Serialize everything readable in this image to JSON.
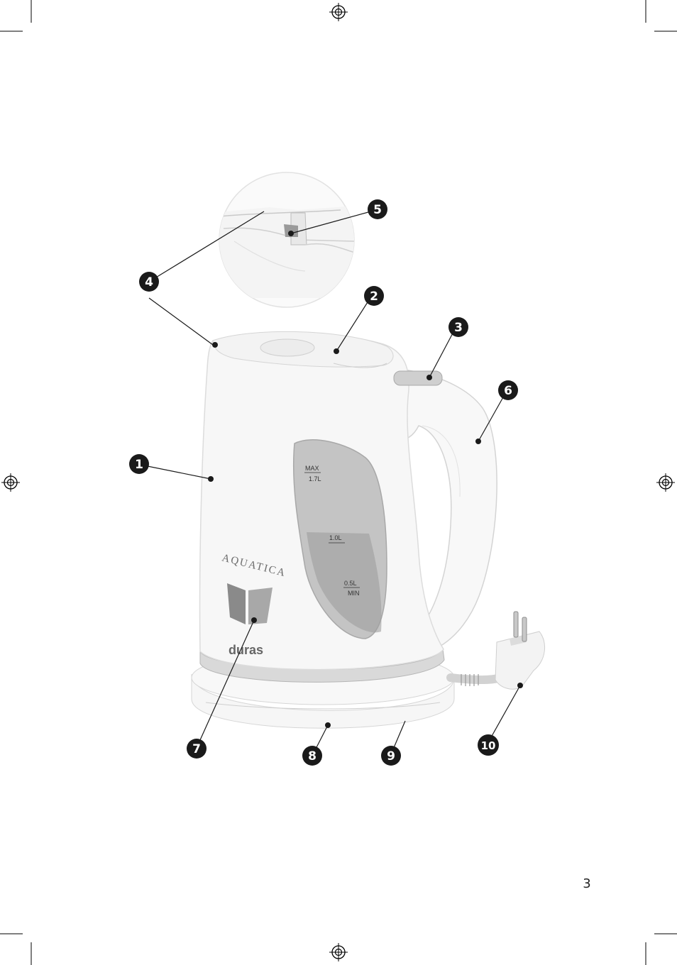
{
  "page_number": "3",
  "callouts": [
    {
      "num": "1"
    },
    {
      "num": "2"
    },
    {
      "num": "3"
    },
    {
      "num": "4"
    },
    {
      "num": "5"
    },
    {
      "num": "6"
    },
    {
      "num": "7"
    },
    {
      "num": "8"
    },
    {
      "num": "9"
    },
    {
      "num": "10"
    }
  ],
  "water_window": {
    "max_label": "MAX",
    "max_value": "1.7L",
    "mid_value": "1.0L",
    "min_value": "0.5L",
    "min_label": "MIN"
  },
  "brand": {
    "product": "AQUATICA",
    "logo": "duras"
  },
  "colors": {
    "badge": "#1a1a1a",
    "kettle_body": "#f7f7f7",
    "outline": "#dcdcdc",
    "window": "#bdbdbd"
  }
}
